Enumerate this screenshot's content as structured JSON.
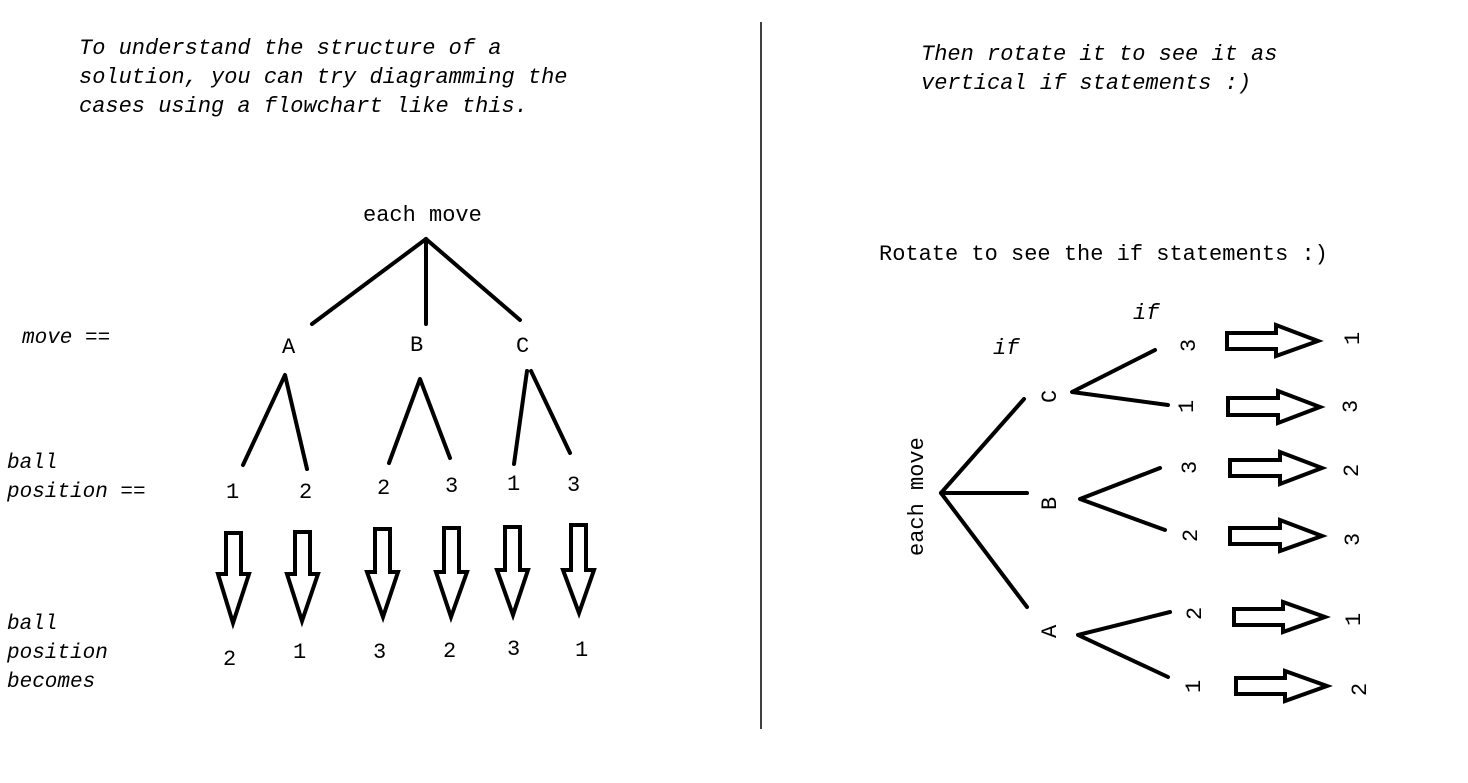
{
  "left": {
    "intro": [
      "To understand the structure of a",
      "solution, you can try diagramming the",
      "cases using a flowchart like this."
    ],
    "root": "each move",
    "move_label": "move ==",
    "moves": [
      "A",
      "B",
      "C"
    ],
    "ball_label": [
      "ball",
      "position =="
    ],
    "positions": [
      "1",
      "2",
      "2",
      "3",
      "1",
      "3"
    ],
    "becomes_label": [
      "ball",
      "position",
      "becomes"
    ],
    "results": [
      "2",
      "1",
      "3",
      "2",
      "3",
      "1"
    ]
  },
  "right": {
    "intro": [
      "Then rotate it to see it as",
      "vertical if statements :)"
    ],
    "subtitle": "Rotate to see the if statements :)",
    "root": "each move",
    "if_labels": [
      "if",
      "if"
    ],
    "moves": [
      "C",
      "B",
      "A"
    ],
    "positions": [
      "3",
      "1",
      "3",
      "2",
      "2",
      "1"
    ],
    "results": [
      "1",
      "3",
      "2",
      "3",
      "1",
      "2"
    ]
  }
}
